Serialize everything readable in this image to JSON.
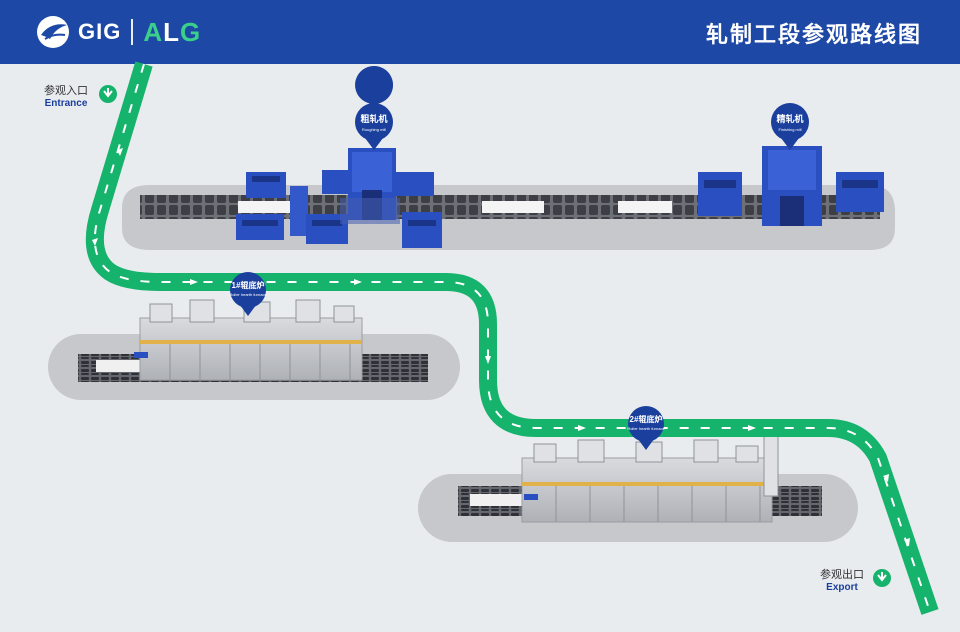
{
  "header": {
    "brand_left": "GIG",
    "brand_right": [
      "A",
      "L",
      "G"
    ],
    "title": "轧制工段参观路线图"
  },
  "route": {
    "entrance_zh": "参观入口",
    "entrance_en": "Entrance",
    "exit_zh": "参观出口",
    "exit_en": "Export"
  },
  "stations": [
    {
      "zh": "粗轧机",
      "en": "Roughing mill"
    },
    {
      "zh": "精轧机",
      "en": "Finishing mill"
    },
    {
      "zh": "1#辊底炉",
      "en": "Roller hearth furnace"
    },
    {
      "zh": "2#辊底炉",
      "en": "Roller hearth furnace"
    }
  ],
  "colors": {
    "header_bg": "#1d48a6",
    "route_green": "#16b36c",
    "machine_blue": "#2a4fc0",
    "pin_blue": "#1a3f9c",
    "accent_green": "#3ad08a"
  }
}
